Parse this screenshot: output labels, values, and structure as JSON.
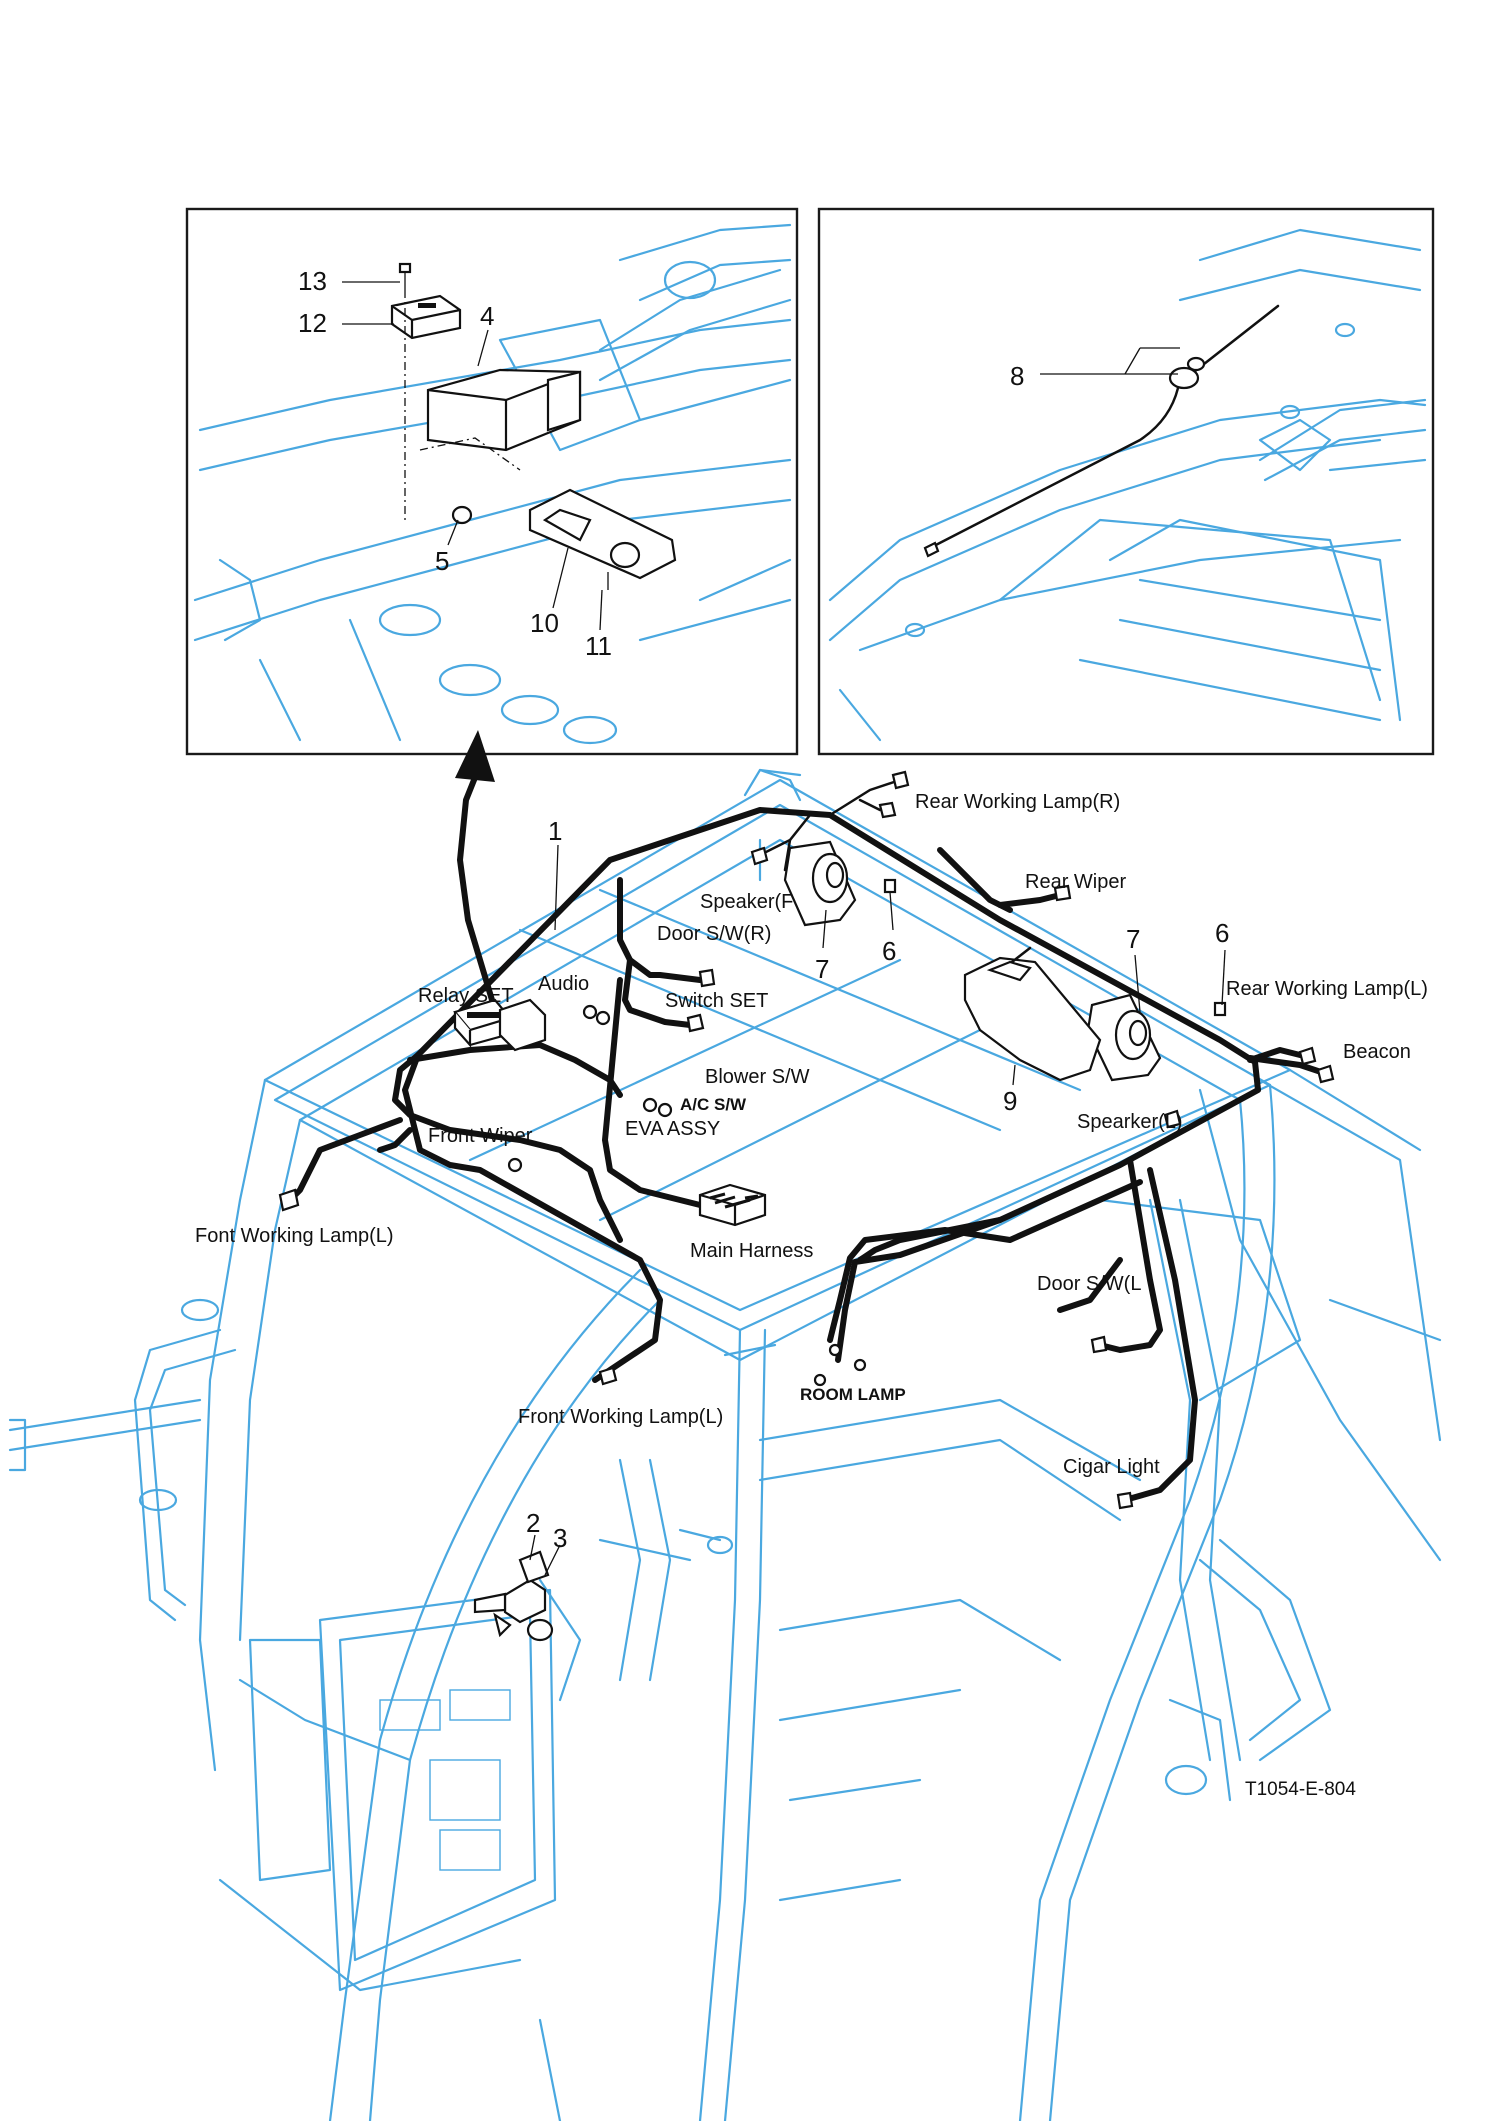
{
  "labels": {
    "rear_working_lamp_r": "Rear Working Lamp(R)",
    "rear_wiper": "Rear Wiper",
    "speaker_r": "Speaker(F",
    "door_sw_r": "Door S/W(R)",
    "audio": "Audio",
    "relay_set": "Relay SET",
    "switch_set": "Switch SET",
    "blower_sw": "Blower S/W",
    "ac_sw": "A/C S/W",
    "eva_assy": "EVA ASSY",
    "rear_working_lamp_l": "Rear Working Lamp(L)",
    "beacon": "Beacon",
    "speaker_l": "Spearker(L)",
    "front_wiper": "Front Wiper",
    "font_working_lamp_l": "Font Working Lamp(L)",
    "main_harness": "Main Harness",
    "door_sw_l": "Door S/W(L",
    "front_working_lamp_l": "Front Working Lamp(L)",
    "room_lamp": "ROOM LAMP",
    "cigar_light": "Cigar Light"
  },
  "callouts": {
    "n1": "1",
    "n2": "2",
    "n3": "3",
    "n4": "4",
    "n5": "5",
    "n6a": "6",
    "n6b": "6",
    "n7a": "7",
    "n7b": "7",
    "n8": "8",
    "n9": "9",
    "n10": "10",
    "n11": "11",
    "n12": "12",
    "n13": "13"
  },
  "figure_code": "T1054-E-804",
  "colors": {
    "cab_line": "#4aa8e0",
    "harness": "#111111",
    "frame": "#1a1a1a"
  }
}
